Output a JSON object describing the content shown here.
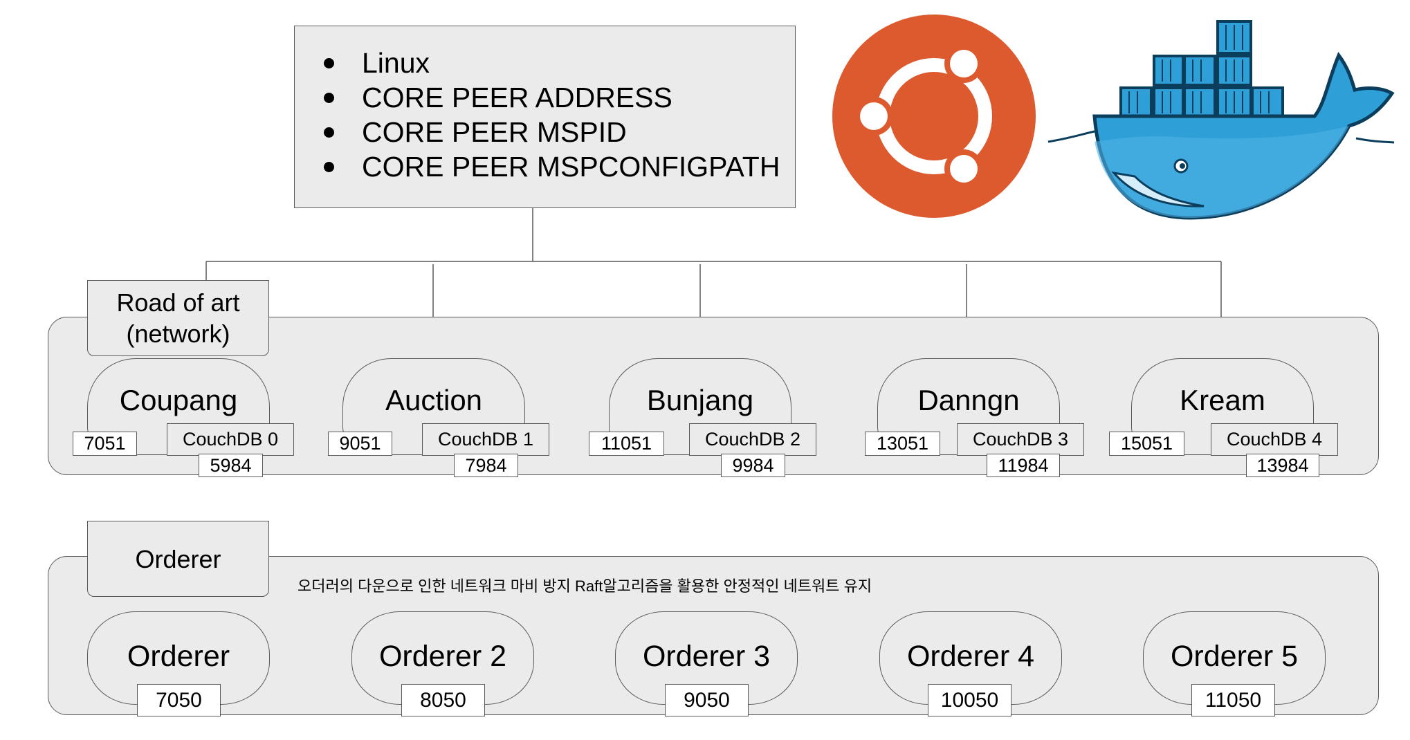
{
  "top_box": {
    "items": [
      "Linux",
      "CORE PEER ADDRESS",
      "CORE PEER MSPID",
      "CORE PEER MSPCONFIGPATH"
    ]
  },
  "network": {
    "tab_line1": "Road of art",
    "tab_line2": "(network)",
    "peers": [
      {
        "name": "Coupang",
        "port": "7051",
        "db": "CouchDB 0",
        "db_port": "5984"
      },
      {
        "name": "Auction",
        "port": "9051",
        "db": "CouchDB 1",
        "db_port": "7984"
      },
      {
        "name": "Bunjang",
        "port": "11051",
        "db": "CouchDB 2",
        "db_port": "9984"
      },
      {
        "name": "Danngn",
        "port": "13051",
        "db": "CouchDB 3",
        "db_port": "11984"
      },
      {
        "name": "Kream",
        "port": "15051",
        "db": "CouchDB 4",
        "db_port": "13984"
      }
    ]
  },
  "orderer": {
    "tab": "Orderer",
    "note": "오더러의 다운으로 인한 네트워크 마비 방지 Raft알고리즘을 활용한 안정적인 네트워트 유지",
    "nodes": [
      {
        "name": "Orderer",
        "port": "7050"
      },
      {
        "name": "Orderer 2",
        "port": "8050"
      },
      {
        "name": "Orderer 3",
        "port": "9050"
      },
      {
        "name": "Orderer 4",
        "port": "10050"
      },
      {
        "name": "Orderer 5",
        "port": "11050"
      }
    ]
  },
  "colors": {
    "ubuntu_orange": "#dd5a2f",
    "docker_blue": "#2496ed",
    "docker_dark": "#0b3d5c",
    "panel_fill": "#ebebeb",
    "stroke": "#595959"
  },
  "icons": [
    "ubuntu-logo-icon",
    "docker-whale-icon"
  ]
}
